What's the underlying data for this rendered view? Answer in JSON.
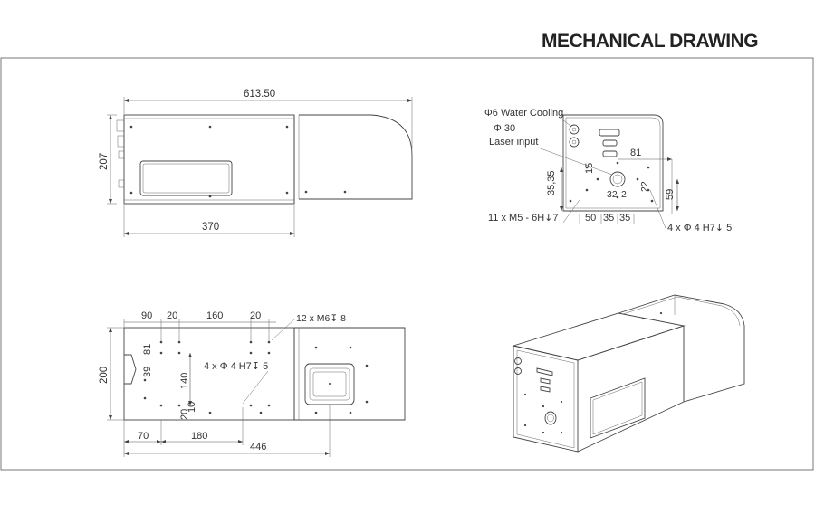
{
  "title": "MECHANICAL DRAWING",
  "side_view": {
    "overall_length": "613.50",
    "height": "207",
    "body_length": "370"
  },
  "front_view": {
    "water_cooling": "Φ6 Water Cooling",
    "laser_input_dia": "Φ 30",
    "laser_input": "Laser input",
    "dim_81": "81",
    "dim_15": "15",
    "dim_3535": "35,35",
    "dim_322": "32",
    "dim_2": "2",
    "dim_22": "22",
    "dim_59": "59",
    "holes_m5": "11 x  M5 - 6H↧7",
    "dim_50": "50",
    "dim_35a": "35",
    "dim_35b": "35",
    "holes_h7": "4 x  Φ 4 H7↧ 5"
  },
  "bottom_view": {
    "dim_90": "90",
    "dim_20a": "20",
    "dim_160": "160",
    "dim_20b": "20",
    "holes_m6": "12 x M6↧ 8",
    "dim_200": "200",
    "dim_81": "81",
    "dim_39": "39",
    "holes_h7": "4 x  Φ 4 H7↧ 5",
    "dim_140": "140",
    "dim_20c": "20",
    "dim_10": "10",
    "dim_70": "70",
    "dim_180": "180",
    "dim_446": "446"
  }
}
